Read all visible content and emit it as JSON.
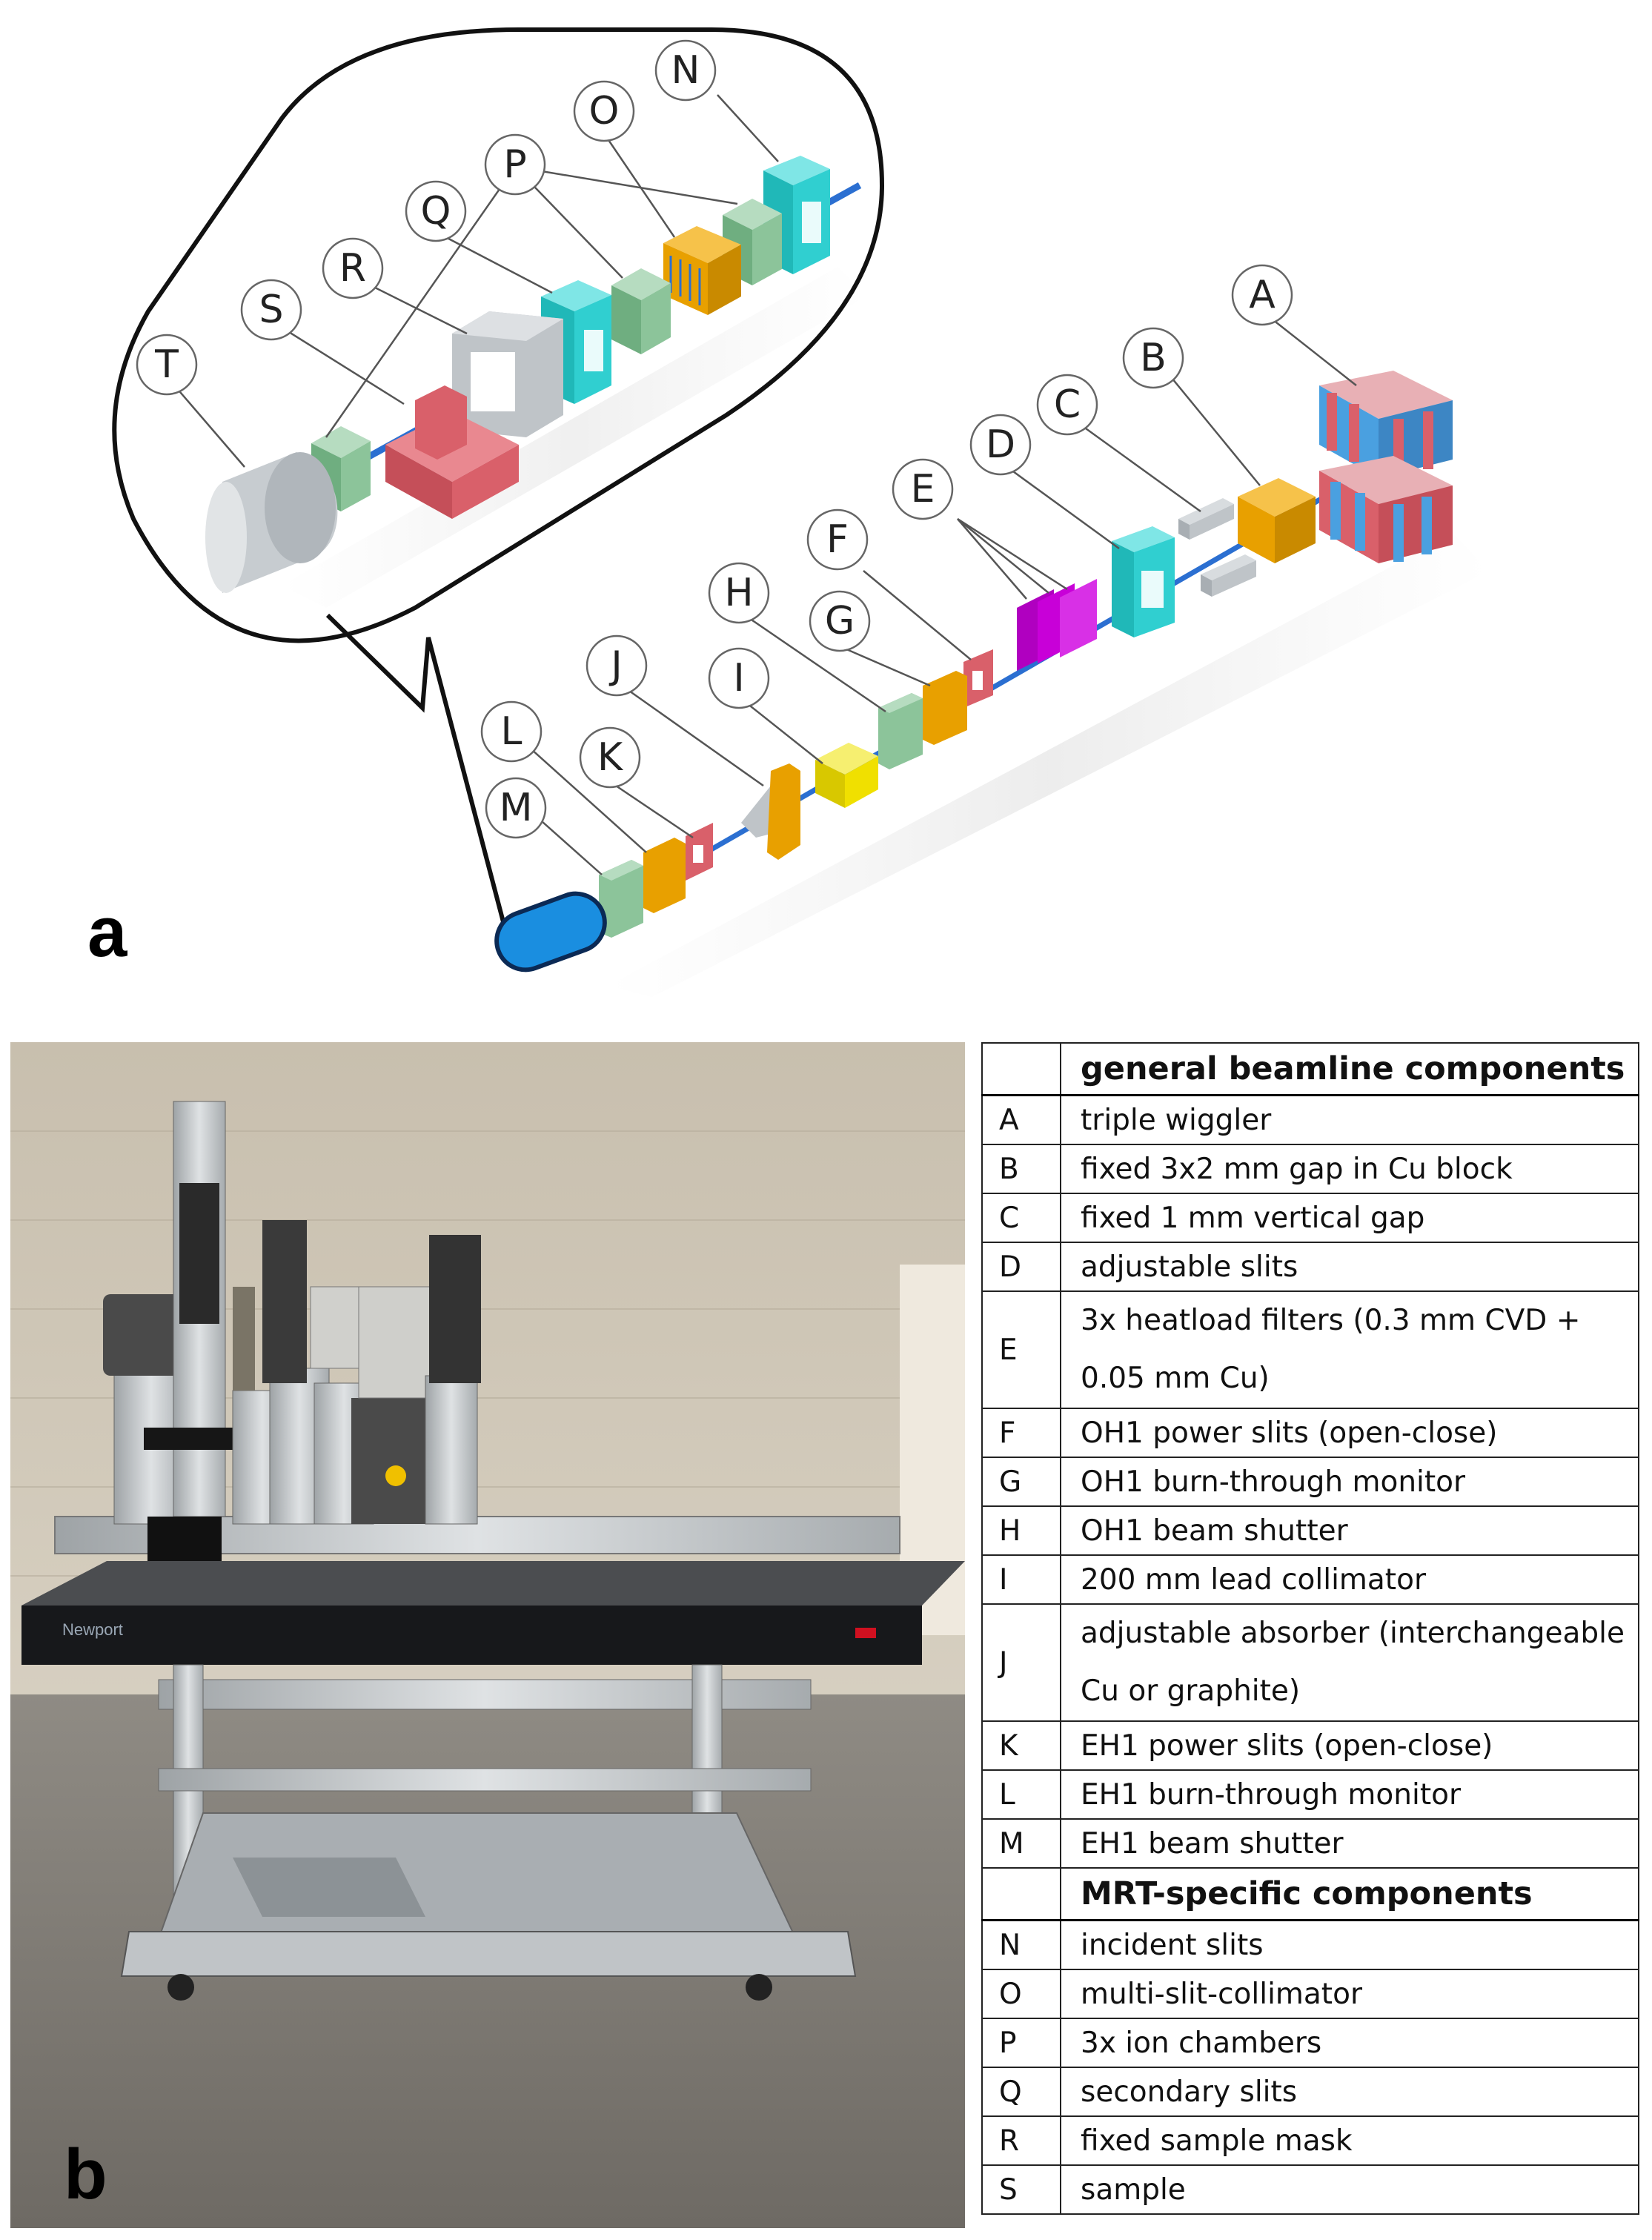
{
  "diagram": {
    "panel_label": "a",
    "component_labels": [
      "A",
      "B",
      "C",
      "D",
      "E",
      "F",
      "G",
      "H",
      "I",
      "J",
      "K",
      "L",
      "M",
      "N",
      "O",
      "P",
      "Q",
      "R",
      "S",
      "T"
    ]
  },
  "photo": {
    "panel_label": "b",
    "brand": "Newport"
  },
  "legend": {
    "groups": [
      {
        "title": "general beamline components",
        "rows": [
          {
            "key": "A",
            "label": "triple wiggler"
          },
          {
            "key": "B",
            "label": "fixed 3x2 mm gap in Cu block"
          },
          {
            "key": "C",
            "label": "fixed 1 mm vertical gap"
          },
          {
            "key": "D",
            "label": "adjustable slits"
          },
          {
            "key": "E",
            "label": "3x heatload filters (0.3 mm CVD + 0.05 mm Cu)"
          },
          {
            "key": "F",
            "label": "OH1 power slits (open-close)"
          },
          {
            "key": "G",
            "label": "OH1 burn-through monitor"
          },
          {
            "key": "H",
            "label": "OH1 beam shutter"
          },
          {
            "key": "I",
            "label": "200 mm lead collimator"
          },
          {
            "key": "J",
            "label": "adjustable absorber (interchangeable Cu or graphite)"
          },
          {
            "key": "K",
            "label": "EH1 power slits (open-close)"
          },
          {
            "key": "L",
            "label": "EH1 burn-through monitor"
          },
          {
            "key": "M",
            "label": "EH1 beam shutter"
          }
        ]
      },
      {
        "title": "MRT-specific components",
        "rows": [
          {
            "key": "N",
            "label": "incident slits"
          },
          {
            "key": "O",
            "label": "multi-slit-collimator"
          },
          {
            "key": "P",
            "label": "3x ion chambers"
          },
          {
            "key": "Q",
            "label": "secondary slits"
          },
          {
            "key": "R",
            "label": "fixed sample mask"
          },
          {
            "key": "S",
            "label": "sample"
          }
        ]
      }
    ]
  },
  "colors": {
    "orange": "#e8a000",
    "green": "#8cc49a",
    "teal": "#30cfd0",
    "magenta": "#c800d8",
    "red": "#d9606a",
    "blue": "#4aa0e0",
    "grey": "#bfc4c8",
    "yellow": "#f0e000",
    "beam": "#2b6fd1"
  }
}
